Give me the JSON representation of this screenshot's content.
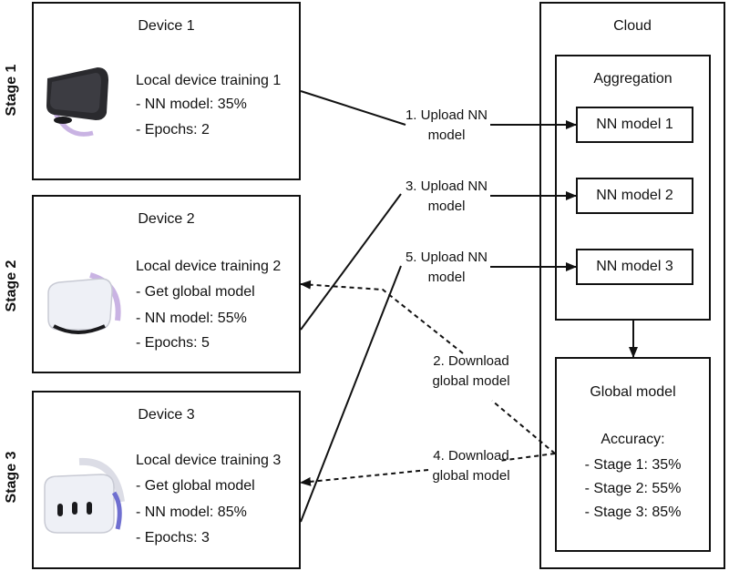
{
  "stages": [
    "Stage 1",
    "Stage 2",
    "Stage 3"
  ],
  "devices": [
    {
      "title": "Device 1",
      "lines": [
        "Local device training 1",
        "- NN model: 35%",
        "- Epochs: 2"
      ]
    },
    {
      "title": "Device 2",
      "lines": [
        "Local device training 2",
        "- Get global model",
        "- NN model: 55%",
        "- Epochs: 5"
      ]
    },
    {
      "title": "Device 3",
      "lines": [
        "Local device training 3",
        "- Get global model",
        "- NN model: 85%",
        "- Epochs: 3"
      ]
    }
  ],
  "cloud": {
    "title": "Cloud",
    "aggregation": {
      "title": "Aggregation",
      "models": [
        "NN model 1",
        "NN model 2",
        "NN model 3"
      ]
    },
    "global_model": {
      "title": "Global model",
      "accuracy_title": "Accuracy:",
      "accuracy_lines": [
        "- Stage 1: 35%",
        "- Stage 2: 55%",
        "- Stage 3: 85%"
      ]
    }
  },
  "arrows": {
    "upload1": [
      "1. Upload NN",
      "model"
    ],
    "upload3": [
      "3. Upload NN",
      "model"
    ],
    "upload5": [
      "5. Upload NN",
      "model"
    ],
    "download2": [
      "2. Download",
      "global model"
    ],
    "download4": [
      "4. Download",
      "global model"
    ]
  },
  "colors": {
    "stroke": "#111111",
    "headset_dark": "#2a2a2e",
    "headset_light": "#eef0f6",
    "strap_lilac": "#c9b3e3"
  }
}
